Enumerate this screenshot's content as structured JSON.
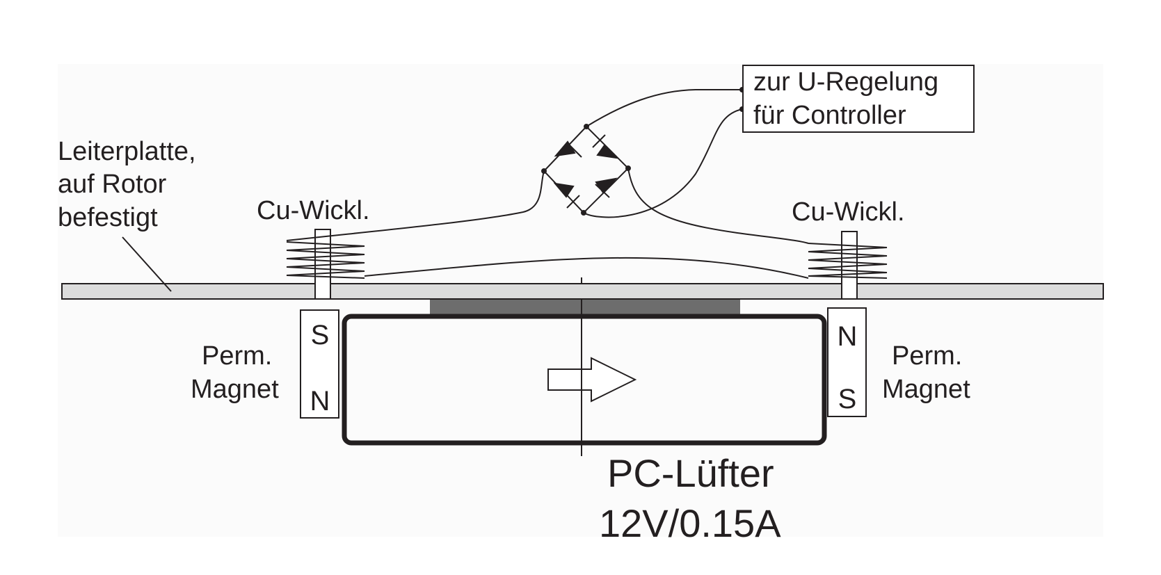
{
  "labels": {
    "controller_box": [
      "zur U-Regelung",
      "für Controller"
    ],
    "pcb": [
      "Leiterplatte,",
      "auf Rotor",
      "befestigt"
    ],
    "winding_left": "Cu-Wickl.",
    "winding_right": "Cu-Wickl.",
    "magnet_left": [
      "Perm.",
      "Magnet"
    ],
    "magnet_right": [
      "Perm.",
      "Magnet"
    ],
    "pole_left_top": "S",
    "pole_left_bottom": "N",
    "pole_right_top": "N",
    "pole_right_bottom": "S",
    "fan": [
      "PC-Lüfter",
      "12V/0.15A"
    ]
  },
  "colors": {
    "background": "#fbfbfb",
    "stroke": "#231f20",
    "pcb_fill": "#dcdcdc",
    "hub_fill": "#6d6d6d"
  }
}
